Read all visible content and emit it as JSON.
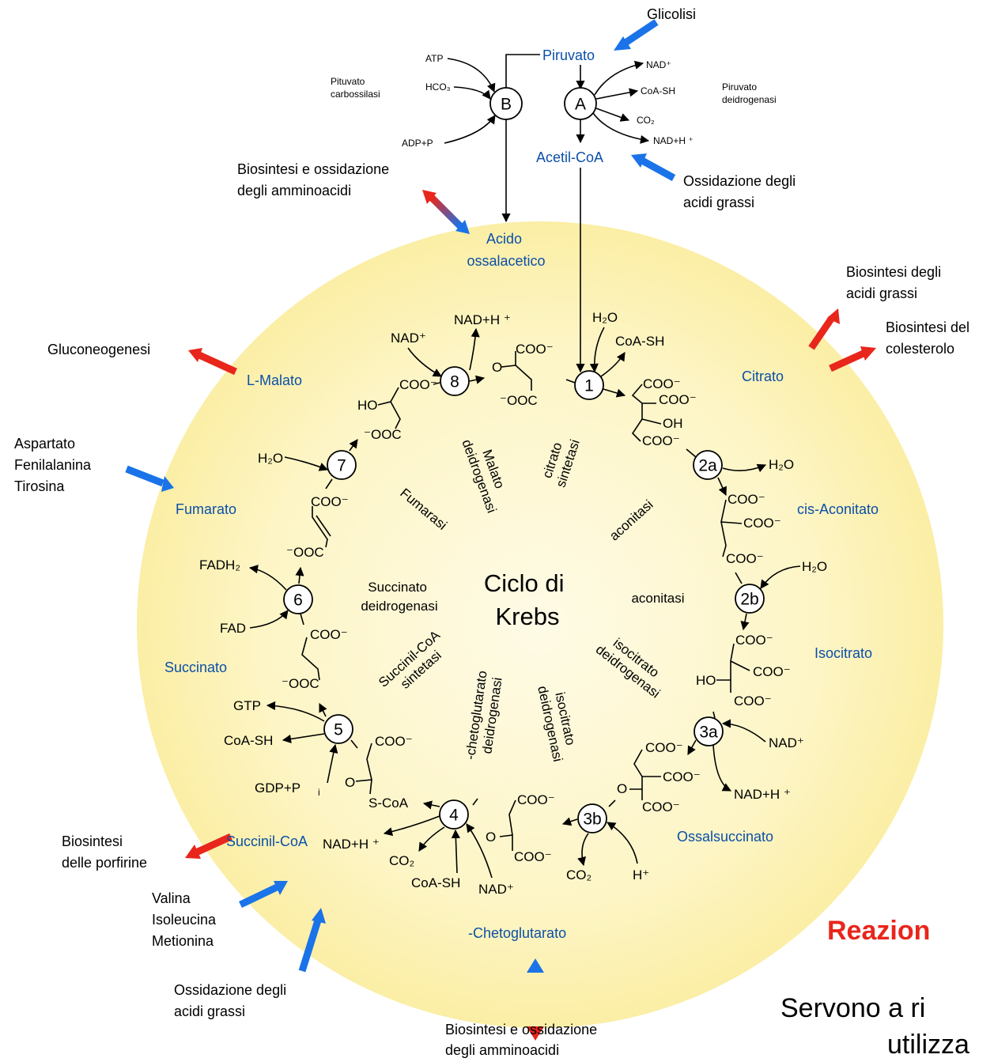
{
  "center_title": [
    "Ciclo di",
    "Krebs"
  ],
  "entry": {
    "glicolisi": "Glicolisi",
    "piruvato": "Piruvato",
    "acetil_coa": "Acetil-CoA",
    "pdh_label": [
      "Piruvato",
      "deidrogenasi"
    ],
    "pc_label": [
      "Pituvato",
      "carbossilasi"
    ],
    "pdh_products": [
      "NAD⁺",
      "CoA-SH",
      "CO₂",
      "NAD+H ⁺"
    ],
    "pc_substrates": [
      "ATP",
      "HCO₃",
      "ADP+P"
    ],
    "node_a": "A",
    "node_b": "B",
    "acido_ossalacetico": [
      "Acido",
      "ossalacetico"
    ]
  },
  "intermediates": {
    "citrato": "Citrato",
    "cis_aconitato": "cis-Aconitato",
    "isocitrato": "Isocitrato",
    "ossalsuccinato": "Ossalsuccinato",
    "chetoglutarato": "-Chetoglutarato",
    "succinil_coa": "Succinil-CoA",
    "succinato": "Succinato",
    "fumarato": "Fumarato",
    "l_malato": "L-Malato"
  },
  "enzymes": {
    "citrato_sintetasi": [
      "citrato",
      "sintetasi"
    ],
    "aconitasi_1": "aconitasi",
    "aconitasi_2": "aconitasi",
    "isocitrato_deidrogenasi_1": [
      "isocitrato",
      "deidrogenasi"
    ],
    "isocitrato_deidrogenasi_2": [
      "isocitrato",
      "deidrogenasi"
    ],
    "chetoglutarato_deidrogenasi": [
      "-chetoglutarato",
      "deidrogenasi"
    ],
    "succinil_coa_sintetasi": [
      "Succinil-CoA",
      "sintetasi"
    ],
    "succinato_deidrogenasi": [
      "Succinato",
      "deidrogenasi"
    ],
    "fumarasi": "Fumarasi",
    "malato_deidrogenasi": [
      "Malato",
      "deidrogenasi"
    ]
  },
  "nodes": [
    "1",
    "2a",
    "2b",
    "3a",
    "3b",
    "4",
    "5",
    "6",
    "7",
    "8"
  ],
  "molecules": {
    "h2o": "H₂O",
    "coash": "CoA-SH",
    "nad": "NAD⁺",
    "nadh": "NAD+H ⁺",
    "co2": "CO₂",
    "hplus": "H⁺",
    "gtp": "GTP",
    "gdp": "GDP+P",
    "gdp_sub": "i",
    "fad": "FAD",
    "fadh2": "FADH₂",
    "coo": "COO⁻",
    "ooc": "⁻OOC",
    "oh": "OH",
    "ho": "HO",
    "o": "O",
    "scoa": "S-CoA"
  },
  "side_pathways": {
    "amminoacidi_top": [
      "Biosintesi e ossidazione",
      "degli amminoacidi"
    ],
    "ossidazione_acidi_grassi_top": [
      "Ossidazione degli",
      "acidi grassi"
    ],
    "biosintesi_acidi_grassi": [
      "Biosintesi degli",
      "acidi grassi"
    ],
    "biosintesi_colesterolo": [
      "Biosintesi del",
      "colesterolo"
    ],
    "gluconeogenesi": "Gluconeogenesi",
    "aspartato_group": [
      "Aspartato",
      "Fenilalanina",
      "Tirosina"
    ],
    "porfirine": [
      "Biosintesi",
      "delle porfirine"
    ],
    "valina_group": [
      "Valina",
      "Isoleucina",
      "Metionina"
    ],
    "ossidazione_acidi_grassi_bottom": [
      "Ossidazione degli",
      "acidi grassi"
    ],
    "amminoacidi_bottom": [
      "Biosintesi e ossidazione",
      "degli amminoacidi"
    ]
  },
  "slide_text": {
    "heading_partial": "Reazion",
    "line1_partial": "Servono a ri",
    "line2_partial": "utilizza"
  },
  "colors": {
    "circle_center": "#fefbe6",
    "circle_edge": "#fbeea5",
    "intermediate_blue": "#0b4fa8",
    "arrow_blue": "#1a73e8",
    "arrow_red": "#e8261c",
    "heading_red": "#e8261c"
  }
}
